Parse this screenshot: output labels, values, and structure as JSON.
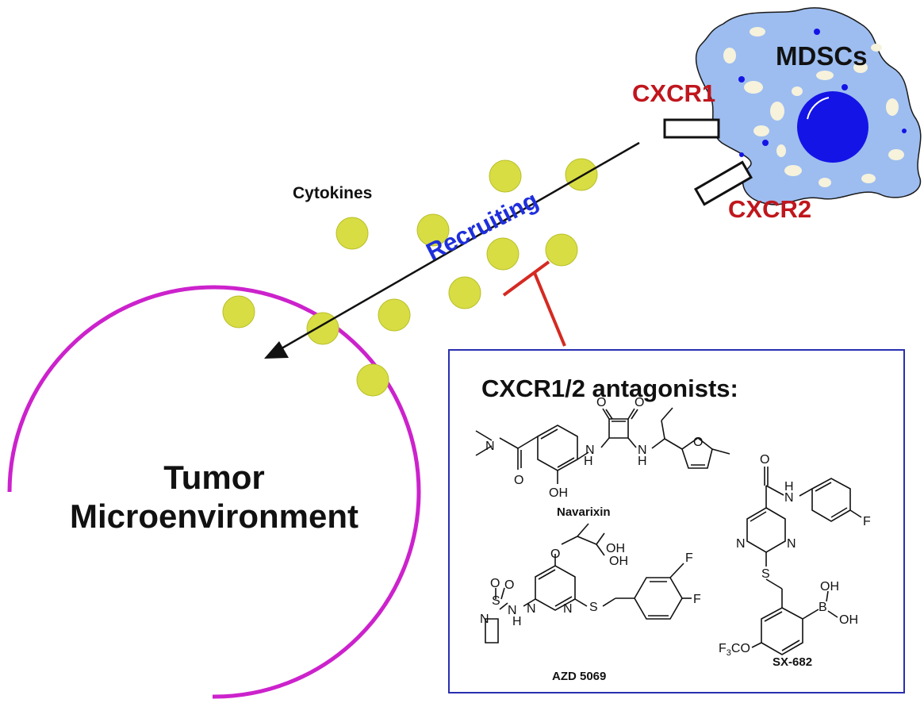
{
  "cell": {
    "label": "MDSCs",
    "receptor_1": "CXCR1",
    "receptor_2": "CXCR2",
    "colors": {
      "cytoplasm": "#9dbdf0",
      "nucleus": "#1414e6",
      "vesicle": "#f6f2dc"
    }
  },
  "cytokines": {
    "label": "Cytokines",
    "color": "#d8dd44"
  },
  "arrow": {
    "label": "Recruiting",
    "label_color": "#1f2fdc"
  },
  "inhibitor_color": "#d42a22",
  "tumor": {
    "line1": "Tumor",
    "line2": "Microenvironment",
    "boundary_color": "#cc22cc"
  },
  "antagonists": {
    "title": "CXCR1/2 antagonists:",
    "border_color": "#2a2fb0",
    "compounds": [
      "Navarixin",
      "AZD 5069",
      "SX-682"
    ]
  }
}
